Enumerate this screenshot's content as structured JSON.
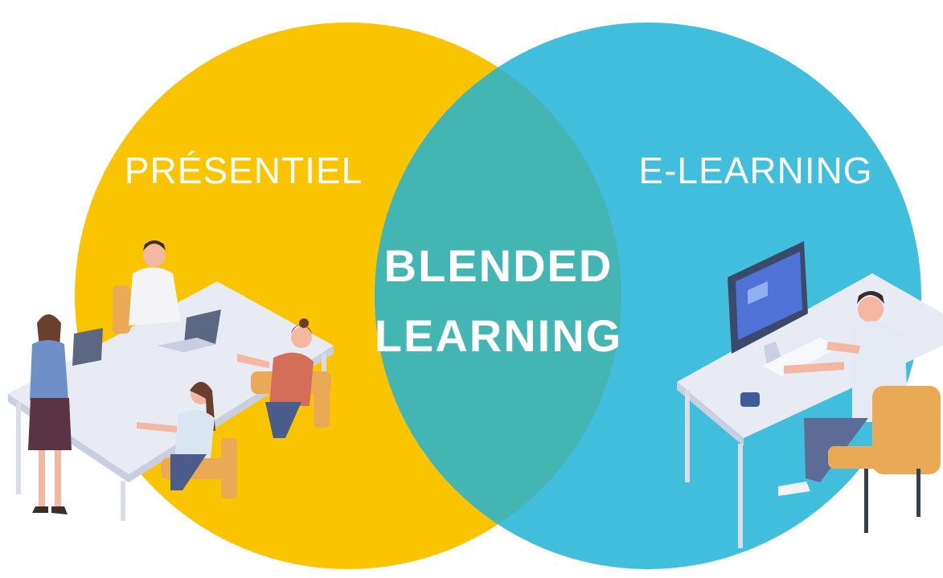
{
  "venn": {
    "left_label": "PRÉSENTIEL",
    "right_label": "E-LEARNING",
    "center_line1": "BLENDED",
    "center_line2": "LEARNING"
  },
  "colors": {
    "left_circle": "#FBC400",
    "right_circle": "#41BEDC",
    "overlap": "#43B6B4",
    "label_white": "#FFFFFF",
    "desk": "#E9EBF4",
    "chair": "#E9A955",
    "monitor": "#3B4A6B",
    "screen": "#4F72D6"
  },
  "illustrations": {
    "left_scene": "classroom-meeting-illustration",
    "right_scene": "person-at-computer-illustration"
  }
}
